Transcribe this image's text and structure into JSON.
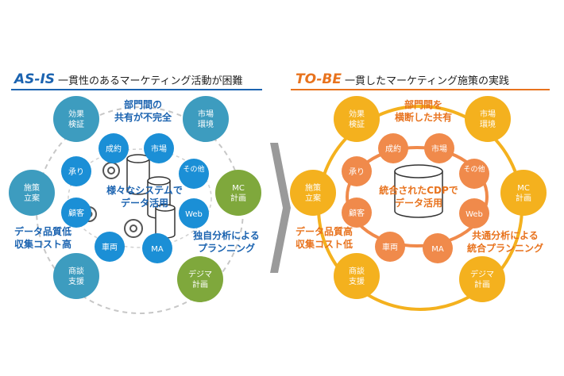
{
  "left": {
    "tag": "AS-IS",
    "subtitle": "一貫性のあるマーケティング活動が困難",
    "outer_nodes": [
      [
        "効果",
        "検証"
      ],
      [
        "市場",
        "環境"
      ],
      [
        "施策",
        "立案"
      ],
      [
        "MC",
        "計画"
      ],
      [
        "商談",
        "支援"
      ],
      [
        "デジマ",
        "計画"
      ]
    ],
    "inner_nodes": [
      "成約",
      "市場",
      "承り",
      "その他",
      "顧客",
      "Web",
      "車両",
      "MA"
    ],
    "callout_top": [
      "部門間の",
      "共有が不完全"
    ],
    "callout_left": [
      "データ品質低",
      "収集コスト高"
    ],
    "callout_right": [
      "独自分析による",
      "プランニング"
    ],
    "center_text": [
      "様々なシステムで",
      "データ活用"
    ],
    "colors": {
      "outer_teal": "#3d9cbf",
      "outer_green": "#7fa83c",
      "inner": "#1b8fd6",
      "text": "#1b63b0"
    }
  },
  "right": {
    "tag": "TO-BE",
    "subtitle": "一貫したマーケティング施策の実践",
    "outer_nodes": [
      [
        "効果",
        "検証"
      ],
      [
        "市場",
        "環境"
      ],
      [
        "施策",
        "立案"
      ],
      [
        "MC",
        "計画"
      ],
      [
        "商談",
        "支援"
      ],
      [
        "デジマ",
        "計画"
      ]
    ],
    "inner_nodes": [
      "成約",
      "市場",
      "承り",
      "その他",
      "顧客",
      "Web",
      "車両",
      "MA"
    ],
    "callout_top": [
      "部門間を",
      "横断した共有"
    ],
    "callout_left": [
      "データ品質高",
      "収集コスト低"
    ],
    "callout_right": [
      "共通分析による",
      "統合プランニング"
    ],
    "center_text": [
      "統合されたCDPで",
      "データ活用"
    ],
    "colors": {
      "outer": "#f4b11e",
      "inner": "#f08a4b",
      "text": "#e8731e"
    }
  }
}
